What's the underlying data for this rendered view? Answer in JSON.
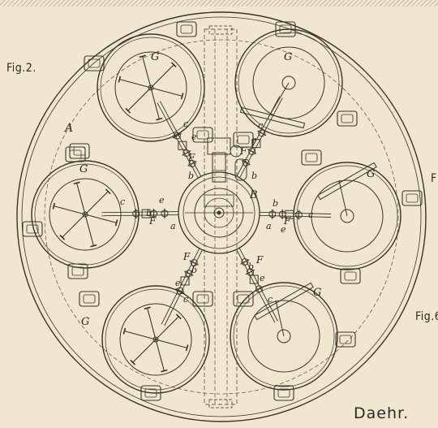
{
  "figure": {
    "fig_label_left": "Fig.2.",
    "fig_label_right": "Fig.6",
    "fig_label_edge": "F",
    "author": "Daehr.",
    "letter_A": "A",
    "letter_B": "B",
    "vessel_letter": "G",
    "letter_a": "a",
    "letter_b": "b",
    "letter_c": "c",
    "letter_e": "e",
    "letter_F": "F"
  },
  "colors": {
    "paper": "#f1e6cf",
    "ink": "#3a342a"
  }
}
